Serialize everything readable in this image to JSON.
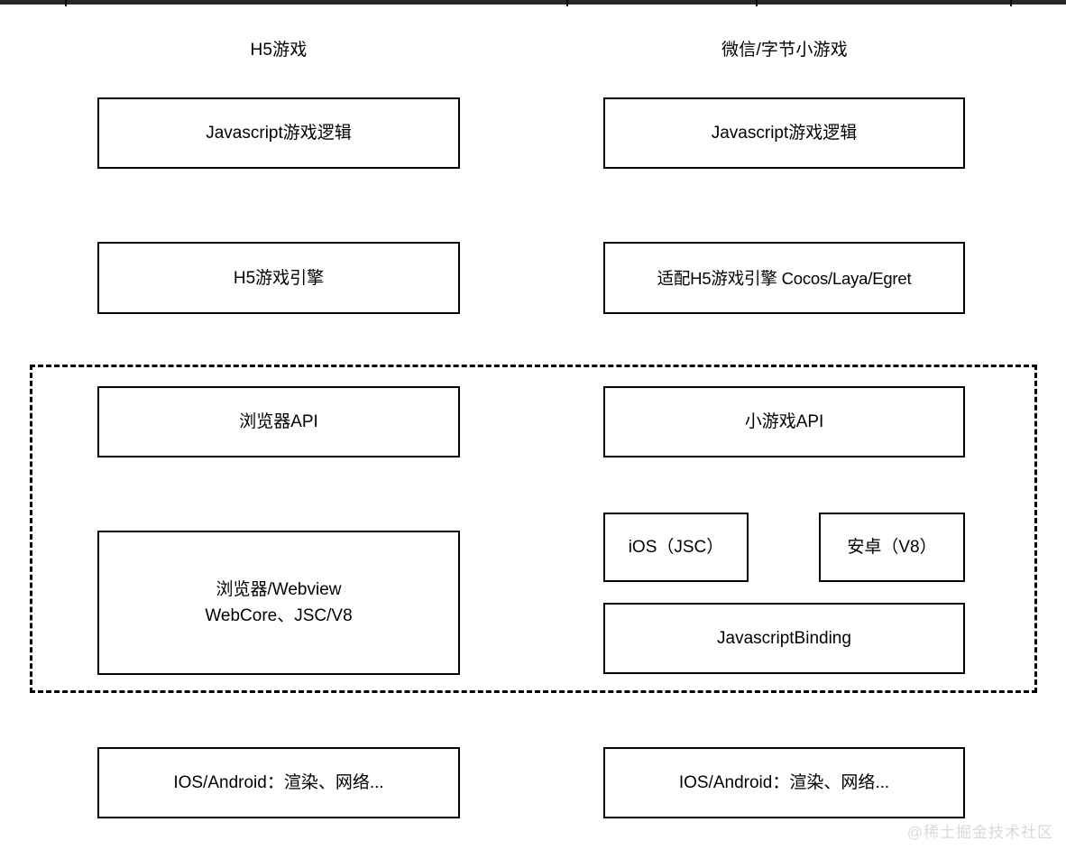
{
  "diagram": {
    "columns": [
      {
        "id": "h5",
        "title": "H5游戏"
      },
      {
        "id": "mini",
        "title": "微信/字节小游戏"
      }
    ],
    "left_column": {
      "game_logic": "Javascript游戏逻辑",
      "engine": "H5游戏引擎",
      "api": "浏览器API",
      "runtime": "浏览器/Webview\nWebCore、JSC/V8",
      "os": "IOS/Android：渲染、网络..."
    },
    "right_column": {
      "game_logic": "Javascript游戏逻辑",
      "engine": "适配H5游戏引擎 Cocos/Laya/Egret",
      "api": "小游戏API",
      "ios_engine": "iOS（JSC）",
      "android_engine": "安卓（V8）",
      "binding": "JavascriptBinding",
      "os": "IOS/Android：渲染、网络..."
    },
    "watermark": "@稀土掘金技术社区",
    "colors": {
      "stroke": "#000000",
      "background": "#ffffff",
      "watermark": "#d9d9d9",
      "top_strip": "#262626"
    }
  }
}
